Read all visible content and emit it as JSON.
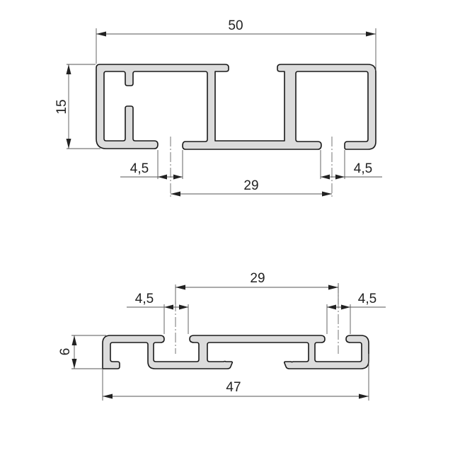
{
  "diagram": {
    "type": "technical-profile-drawing",
    "colors": {
      "profile_fill": "#dcdcdc",
      "profile_stroke": "#1a1a1a",
      "dimension_line": "#555555",
      "text": "#222222",
      "background": "#ffffff"
    },
    "top_profile": {
      "name": "double-rail profile (upper)",
      "dimensions": {
        "overall_width": "50",
        "height": "15",
        "left_slot": "4,5",
        "center_distance": "29",
        "right_slot": "4,5"
      }
    },
    "bottom_profile": {
      "name": "double-rail profile (lower)",
      "dimensions": {
        "center_distance": "29",
        "left_slot": "4,5",
        "right_slot": "4,5",
        "height": "6",
        "overall_width": "47"
      }
    }
  }
}
